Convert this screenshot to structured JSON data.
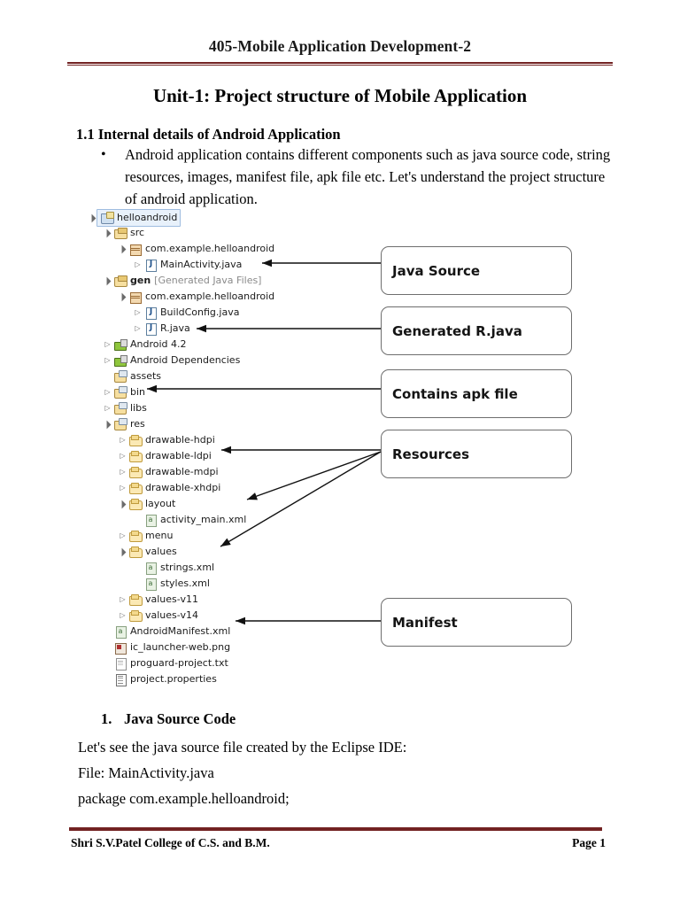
{
  "header": {
    "title": "405-Mobile Application Development-2"
  },
  "doc": {
    "title": "Unit-1: Project structure of Mobile Application",
    "section_heading": "1.1 Internal details of Android Application",
    "bullet": "Android application contains different components such as java source code, string resources, images, manifest file, apk file etc. Let's understand the project structure of android application."
  },
  "tree": {
    "nodes": [
      {
        "label": "helloandroid",
        "icon": "project-icon",
        "indent": 0,
        "twisty": "open",
        "selected": true
      },
      {
        "label": "src",
        "icon": "source-folder-icon",
        "indent": 1,
        "twisty": "open"
      },
      {
        "label": "com.example.helloandroid",
        "icon": "package-icon",
        "indent": 2,
        "twisty": "open"
      },
      {
        "label": "MainActivity.java",
        "icon": "java-file-icon",
        "indent": 3,
        "twisty": "closed"
      },
      {
        "label": "gen",
        "suffix": "[Generated Java Files]",
        "icon": "source-folder-icon",
        "indent": 1,
        "twisty": "open",
        "bold": true
      },
      {
        "label": "com.example.helloandroid",
        "icon": "package-icon",
        "indent": 2,
        "twisty": "open"
      },
      {
        "label": "BuildConfig.java",
        "icon": "java-file-icon",
        "indent": 3,
        "twisty": "closed"
      },
      {
        "label": "R.java",
        "icon": "java-file-icon",
        "indent": 3,
        "twisty": "closed"
      },
      {
        "label": "Android 4.2",
        "icon": "android-library-icon",
        "indent": 1,
        "twisty": "closed"
      },
      {
        "label": "Android Dependencies",
        "icon": "android-library-icon",
        "indent": 1,
        "twisty": "closed"
      },
      {
        "label": "assets",
        "icon": "resource-folder-icon",
        "indent": 1,
        "twisty": "none"
      },
      {
        "label": "bin",
        "icon": "resource-folder-icon",
        "indent": 1,
        "twisty": "closed"
      },
      {
        "label": "libs",
        "icon": "resource-folder-icon",
        "indent": 1,
        "twisty": "closed"
      },
      {
        "label": "res",
        "icon": "resource-folder-icon",
        "indent": 1,
        "twisty": "open"
      },
      {
        "label": "drawable-hdpi",
        "icon": "folder-icon",
        "indent": 2,
        "twisty": "closed"
      },
      {
        "label": "drawable-ldpi",
        "icon": "folder-icon",
        "indent": 2,
        "twisty": "closed"
      },
      {
        "label": "drawable-mdpi",
        "icon": "folder-icon",
        "indent": 2,
        "twisty": "closed"
      },
      {
        "label": "drawable-xhdpi",
        "icon": "folder-icon",
        "indent": 2,
        "twisty": "closed"
      },
      {
        "label": "layout",
        "icon": "folder-icon",
        "indent": 2,
        "twisty": "open"
      },
      {
        "label": "activity_main.xml",
        "icon": "xml-file-icon",
        "indent": 3,
        "twisty": "none"
      },
      {
        "label": "menu",
        "icon": "folder-icon",
        "indent": 2,
        "twisty": "closed"
      },
      {
        "label": "values",
        "icon": "folder-icon",
        "indent": 2,
        "twisty": "open"
      },
      {
        "label": "strings.xml",
        "icon": "xml-file-icon",
        "indent": 3,
        "twisty": "none"
      },
      {
        "label": "styles.xml",
        "icon": "xml-file-icon",
        "indent": 3,
        "twisty": "none"
      },
      {
        "label": "values-v11",
        "icon": "folder-icon",
        "indent": 2,
        "twisty": "closed"
      },
      {
        "label": "values-v14",
        "icon": "folder-icon",
        "indent": 2,
        "twisty": "closed"
      },
      {
        "label": "AndroidManifest.xml",
        "icon": "xml-file-icon",
        "indent": 1,
        "twisty": "none"
      },
      {
        "label": "ic_launcher-web.png",
        "icon": "png-file-icon",
        "indent": 1,
        "twisty": "none"
      },
      {
        "label": "proguard-project.txt",
        "icon": "text-file-icon",
        "indent": 1,
        "twisty": "none"
      },
      {
        "label": "project.properties",
        "icon": "properties-file-icon",
        "indent": 1,
        "twisty": "none"
      }
    ]
  },
  "callouts": [
    {
      "label": "Java Source"
    },
    {
      "label": "Generated R.java"
    },
    {
      "label": "Contains apk file"
    },
    {
      "label": "Resources"
    },
    {
      "label": "Manifest"
    }
  ],
  "lower": {
    "num": "1.",
    "num_heading": "Java Source Code",
    "line1": "Let's see the java source file created by the Eclipse IDE:",
    "line2": "File: MainActivity.java",
    "line3": "package com.example.helloandroid;"
  },
  "footer": {
    "left": "Shri S.V.Patel College of C.S. and B.M.",
    "right": "Page 1"
  },
  "colors": {
    "rule": "#722222",
    "selection": "#e8f1fb"
  }
}
